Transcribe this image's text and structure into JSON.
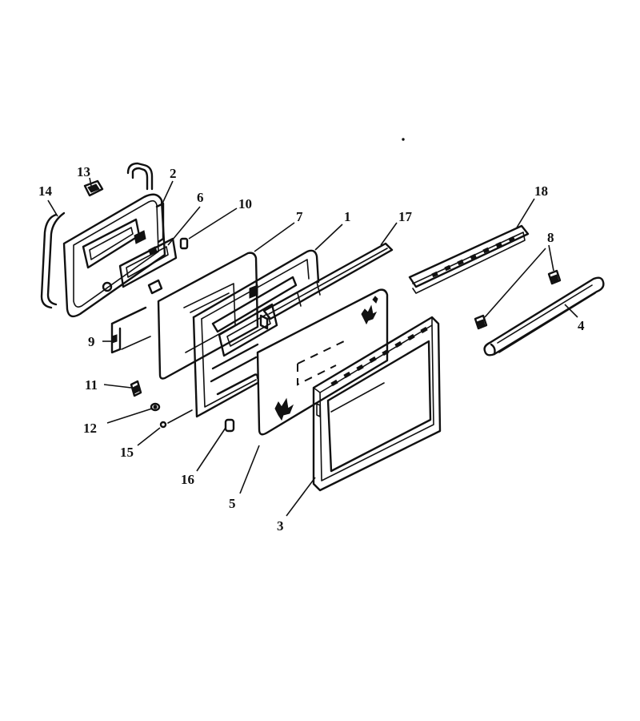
{
  "callouts": [
    {
      "id": "p14",
      "text": "14"
    },
    {
      "id": "p13",
      "text": "13"
    },
    {
      "id": "p2",
      "text": "2"
    },
    {
      "id": "p6",
      "text": "6"
    },
    {
      "id": "p10",
      "text": "10"
    },
    {
      "id": "p7",
      "text": "7"
    },
    {
      "id": "p1",
      "text": "1"
    },
    {
      "id": "p17",
      "text": "17"
    },
    {
      "id": "p18",
      "text": "18"
    },
    {
      "id": "p8",
      "text": "8"
    },
    {
      "id": "p4",
      "text": "4"
    },
    {
      "id": "p9",
      "text": "9"
    },
    {
      "id": "p11",
      "text": "11"
    },
    {
      "id": "p12",
      "text": "12"
    },
    {
      "id": "p15",
      "text": "15"
    },
    {
      "id": "p16",
      "text": "16"
    },
    {
      "id": "p5",
      "text": "5"
    },
    {
      "id": "p3",
      "text": "3"
    }
  ],
  "colors": {
    "ink": "#111111",
    "background": "#ffffff"
  }
}
